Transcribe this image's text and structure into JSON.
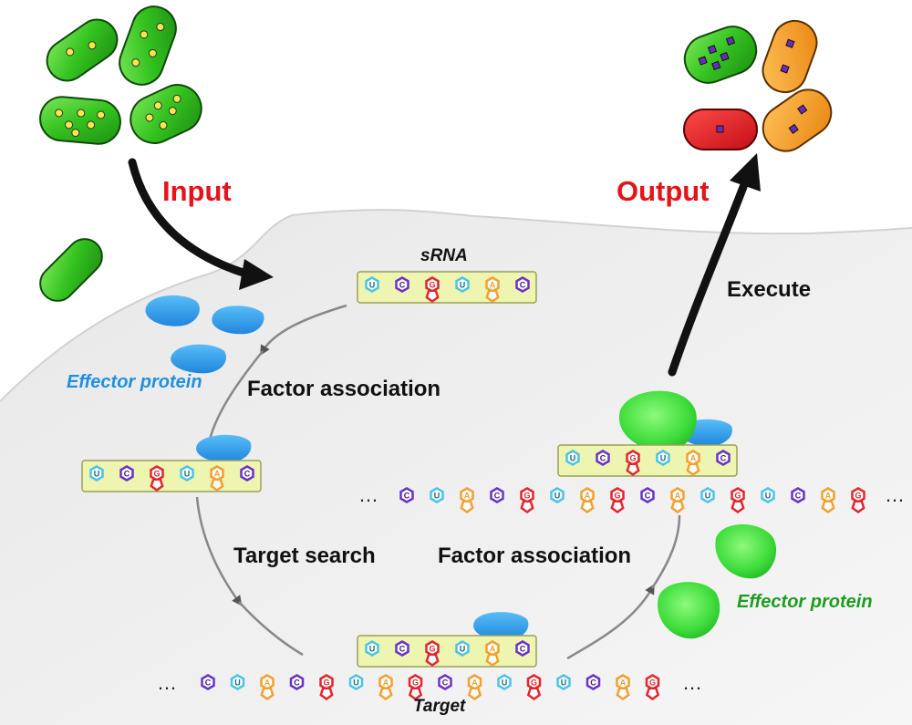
{
  "labels": {
    "input": "Input",
    "output": "Output",
    "execute": "Execute",
    "srna": "sRNA",
    "effector_blue": "Effector protein",
    "effector_green": "Effector protein",
    "factor_association_top": "Factor association",
    "factor_association_bottom": "Factor association",
    "target_search": "Target search",
    "target": "Target",
    "ellipsis": "…"
  },
  "sequences": {
    "srna": [
      "U",
      "C",
      "G",
      "U",
      "A",
      "C"
    ],
    "target": [
      "C",
      "U",
      "A",
      "C",
      "G",
      "U",
      "A",
      "G",
      "C",
      "A",
      "U",
      "G",
      "U",
      "C",
      "A",
      "G"
    ]
  },
  "colors": {
    "input_red": "#e3141b",
    "cell_green": "#33c21f",
    "cell_orange": "#f79a1e",
    "cell_red": "#e01b22",
    "effector_blue": "#2b9de8",
    "effector_green": "#3ddc3a",
    "label_blue": "#1f8fe0",
    "label_green": "#1d9c21",
    "strand_fill": "#eef5b0",
    "nt_U": "#4fc3e6",
    "nt_C": "#6a33c9",
    "nt_G": "#e3262e",
    "nt_A": "#f2a030"
  }
}
